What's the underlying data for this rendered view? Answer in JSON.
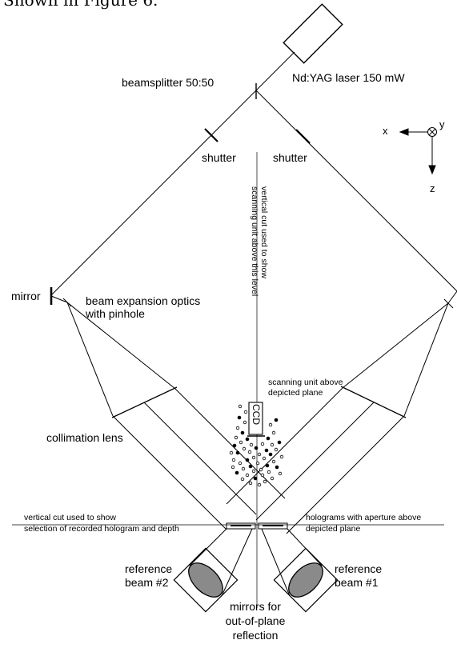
{
  "caption_fragment": "Shown in Figure 6.",
  "labels": {
    "laser": "Nd:YAG laser 150 mW",
    "beamsplitter": "beamsplitter 50:50",
    "shutter_left": "shutter",
    "shutter_right": "shutter",
    "mirror": "mirror",
    "expansion_1": "beam expansion optics",
    "expansion_2": "with pinhole",
    "vcut1_1": "vertical cut used to show",
    "vcut1_2": "scanning unit above this level",
    "scan_1": "scanning unit above",
    "scan_2": "depicted plane",
    "ccd": "CCD",
    "collimation": "collimation lens",
    "vcut2_1": "vertical cut used to show",
    "vcut2_2": "selection of recorded hologram and depth",
    "holo_1": "holograms with aperture above",
    "holo_2": "depicted plane",
    "ref2_1": "reference",
    "ref2_2": "beam #2",
    "ref1_1": "reference",
    "ref1_2": "beam #1",
    "mirrors_1": "mirrors for",
    "mirrors_2": "out-of-plane",
    "mirrors_3": "reflection"
  },
  "axes": {
    "x": "x",
    "y": "y",
    "z": "z"
  },
  "colors": {
    "line": "#000000",
    "mirror_fill": "#8a8a8a"
  }
}
